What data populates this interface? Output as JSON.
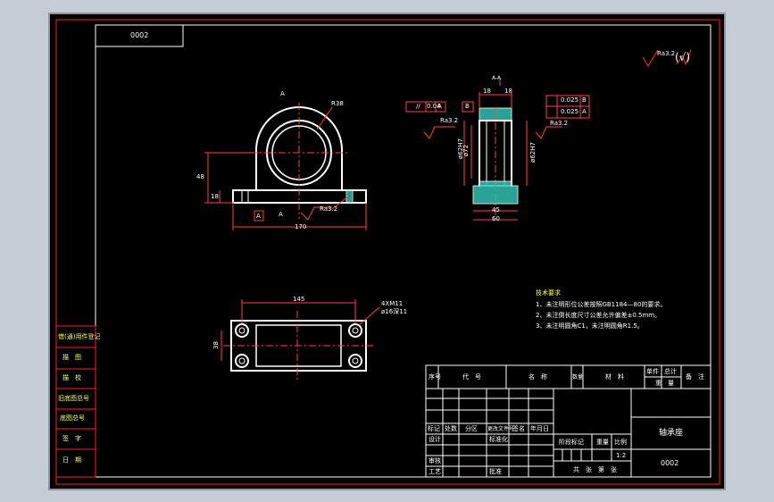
{
  "drawing": {
    "code_top_box": "0002",
    "surface_roughness": "Ra3.2",
    "roughness_paren": "(√)",
    "section_label": "A-A"
  },
  "dims": {
    "front_radius": "R38",
    "front_height": "48",
    "front_base": "18",
    "front_width": "170",
    "front_ra": "Ra3.2",
    "front_datum": "A",
    "front_section_a1": "A",
    "front_section_a2": "A",
    "side_parallel": "//",
    "side_parallel_val": "0.04",
    "side_parallel_datum": "A",
    "side_w1": "18",
    "side_w2": "18",
    "side_datum_b": "B",
    "side_ra1": "Ra3.2",
    "side_ra2": "Ra3.2",
    "side_tol1_val": "0.025",
    "side_tol1_datum": "B",
    "side_tol2_val": "0.025",
    "side_tol2_datum": "A",
    "side_d1": "ø62H7",
    "side_d2": "ø72",
    "side_d3": "ø62H7",
    "side_w45": "45",
    "side_w60": "60",
    "top_width": "145",
    "top_height": "38",
    "top_holes1": "4XM11",
    "top_holes2": "ø16深11"
  },
  "tech_req": {
    "title": "技术要求",
    "items": [
      "1、未注明形位公差按照GB1184—80的要求。",
      "2、未注倒长度尺寸公差允许偏差±0.5mm。",
      "3、未注明圆角C1，未注明圆角R1.5。"
    ]
  },
  "left_strip": [
    "借(通)用件登记",
    "描　图",
    "描　校",
    "旧底图总号",
    "底图总号",
    "签　字",
    "日　期"
  ],
  "title_block": {
    "header": [
      "序号",
      "代　号",
      "名　称",
      "数量",
      "材　料",
      "单件",
      "总计",
      "备　注"
    ],
    "header_sub": "重　量",
    "change_row": [
      "标记",
      "处数",
      "分区",
      "更改文件号",
      "签名",
      "年月日"
    ],
    "rows": [
      "设计",
      "标准化",
      "审核",
      "工艺",
      "批准"
    ],
    "stage_labels": [
      "阶段标记",
      "重量",
      "比例"
    ],
    "scale": "1:2",
    "sheet": "共　张　第　张",
    "part_name": "轴承座",
    "part_code": "0002"
  },
  "colors": {
    "bg": "#000000",
    "border": "#ff2020",
    "line": "#ffffff",
    "dim": "#ff4040",
    "hatch": "#30c0b0"
  }
}
